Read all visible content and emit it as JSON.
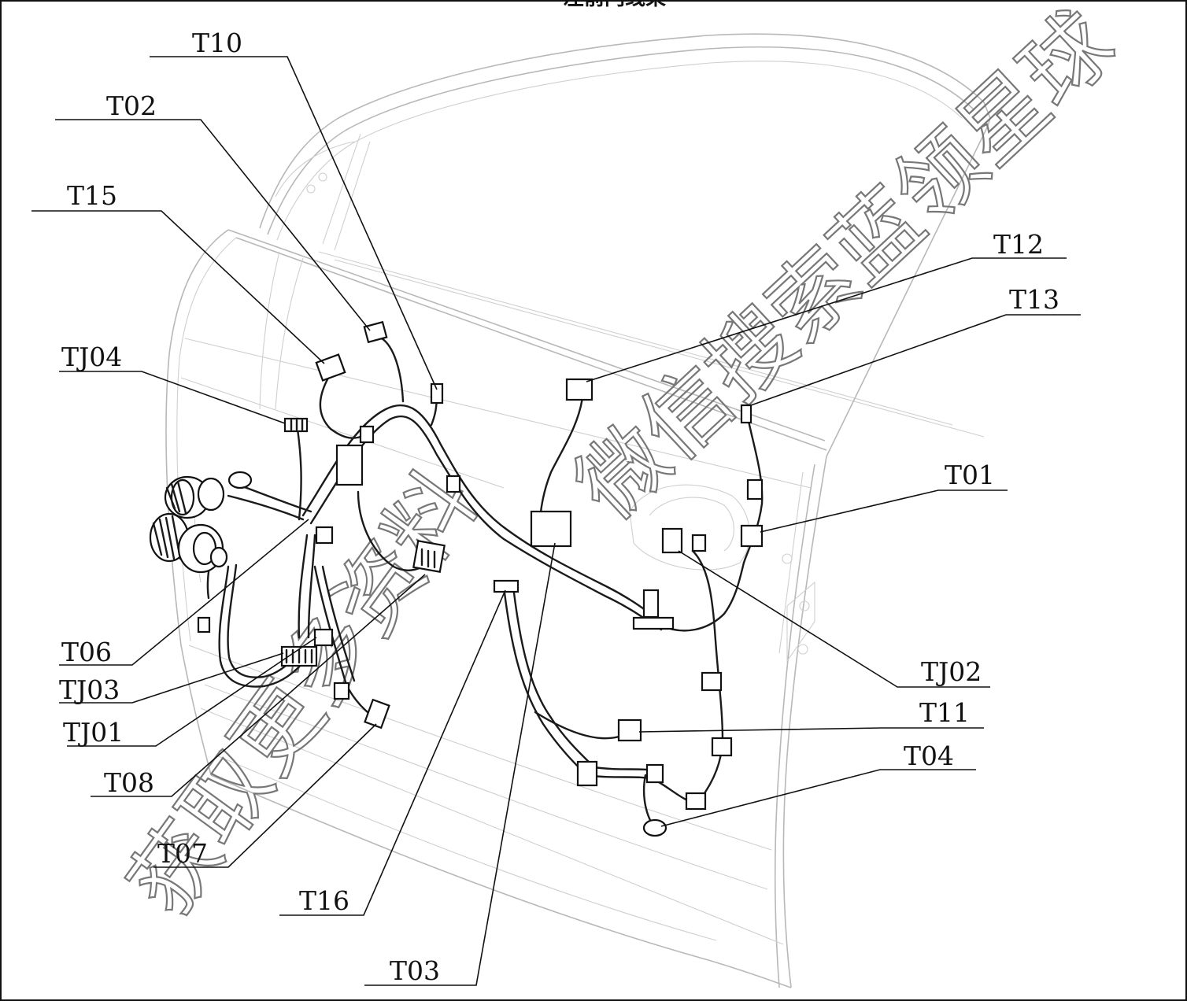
{
  "header": {
    "title": "左前门线束"
  },
  "labels": {
    "T10": "T10",
    "T02": "T02",
    "T15": "T15",
    "TJ04": "TJ04",
    "T12": "T12",
    "T13": "T13",
    "T01": "T01",
    "T06": "T06",
    "TJ03": "TJ03",
    "TJ01": "TJ01",
    "T08": "T08",
    "T07": "T07",
    "T16": "T16",
    "T03": "T03",
    "TJ02": "TJ02",
    "T11": "T11",
    "T04": "T04"
  },
  "watermark": {
    "line1": "获取更多资料",
    "line2": "微信搜索蓝领星球"
  },
  "colors": {
    "line": "#111111",
    "door_outline": "#b8b8b8",
    "watermark": "#777777"
  }
}
